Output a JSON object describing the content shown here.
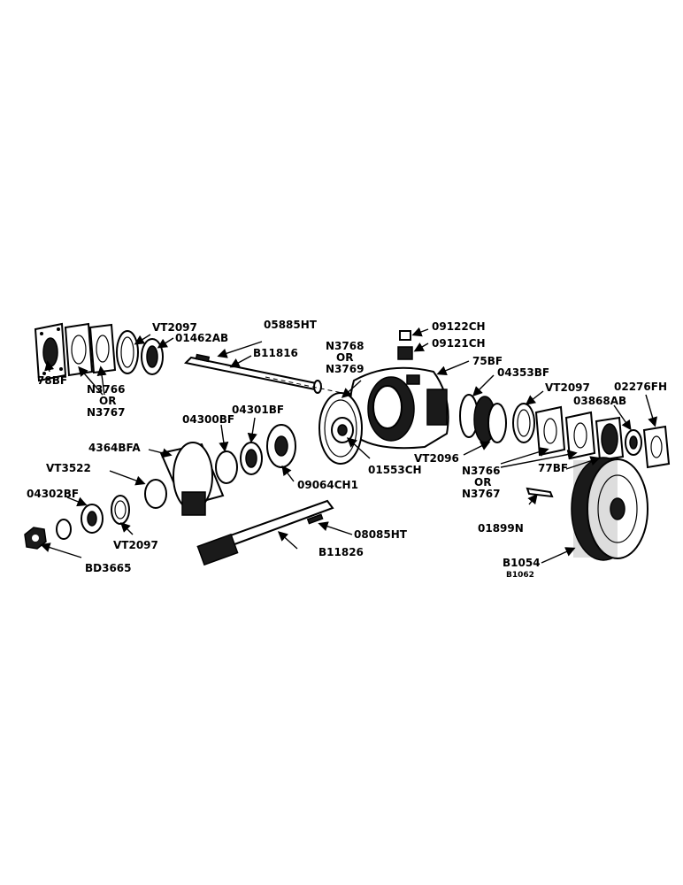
{
  "diagram": {
    "labels": {
      "p78bf": "78BF",
      "n3766a": "N3766",
      "or_a": "OR",
      "n3767a": "N3767",
      "vt2097a": "VT2097",
      "p01462ab": "01462AB",
      "p05885ht": "05885HT",
      "b11816": "B11816",
      "n3768": "N3768",
      "or_b": "OR",
      "n3769": "N3769",
      "p09122ch": "09122CH",
      "p09121ch": "09121CH",
      "p75bf": "75BF",
      "p04353bf": "04353BF",
      "vt2097b": "VT2097",
      "p02276fh": "02276FH",
      "p03868ab": "03868AB",
      "p04300bf": "04300BF",
      "p04301bf": "04301BF",
      "p4364bfa": "4364BFA",
      "vt3522": "VT3522",
      "p04302bf": "04302BF",
      "vt2097c": "VT2097",
      "bd3665": "BD3665",
      "p09064ch1": "09064CH1",
      "p01553ch": "01553CH",
      "vt2096": "VT2096",
      "n3766b": "N3766",
      "or_c": "OR",
      "n3767b": "N3767",
      "p77bf": "77BF",
      "p01899n": "01899N",
      "p08085ht": "08085HT",
      "b11826": "B11826",
      "b1054": "B1054",
      "b1062": "B1062"
    }
  }
}
